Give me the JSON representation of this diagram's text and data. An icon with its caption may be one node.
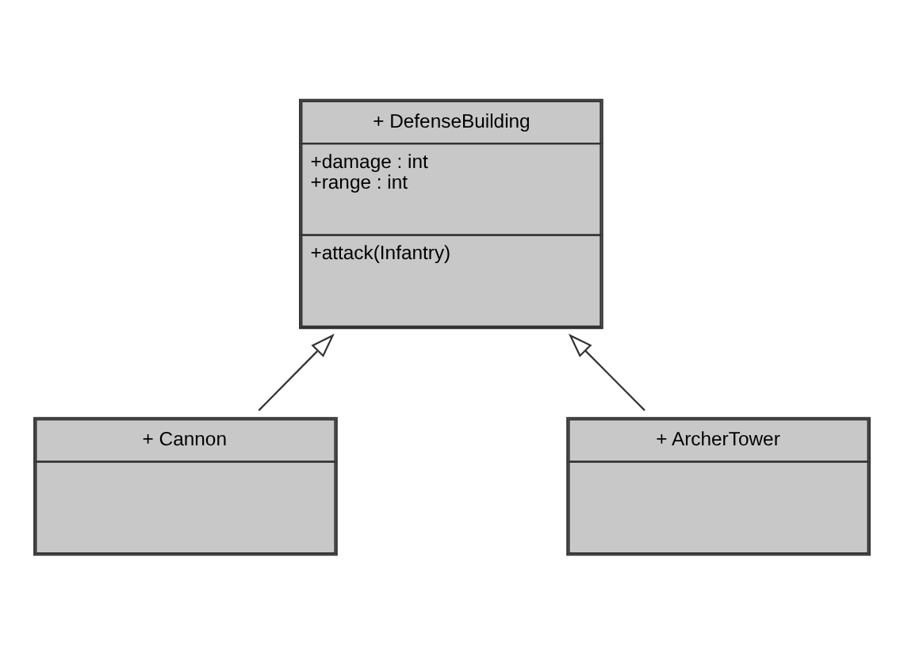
{
  "diagram": {
    "nodes": [
      {
        "text": [
          "+ DefenseBuilding",
          "+damage : int",
          "+range : int",
          "+attack(Infantry)"
        ]
      },
      {
        "text": [
          "+ Cannon"
        ]
      },
      {
        "text": [
          "+ ArcherTower"
        ]
      }
    ],
    "edges": [
      {
        "from": 1,
        "to": 0,
        "arrow": "to"
      },
      {
        "from": 2,
        "to": 0,
        "arrow": "to"
      }
    ]
  }
}
